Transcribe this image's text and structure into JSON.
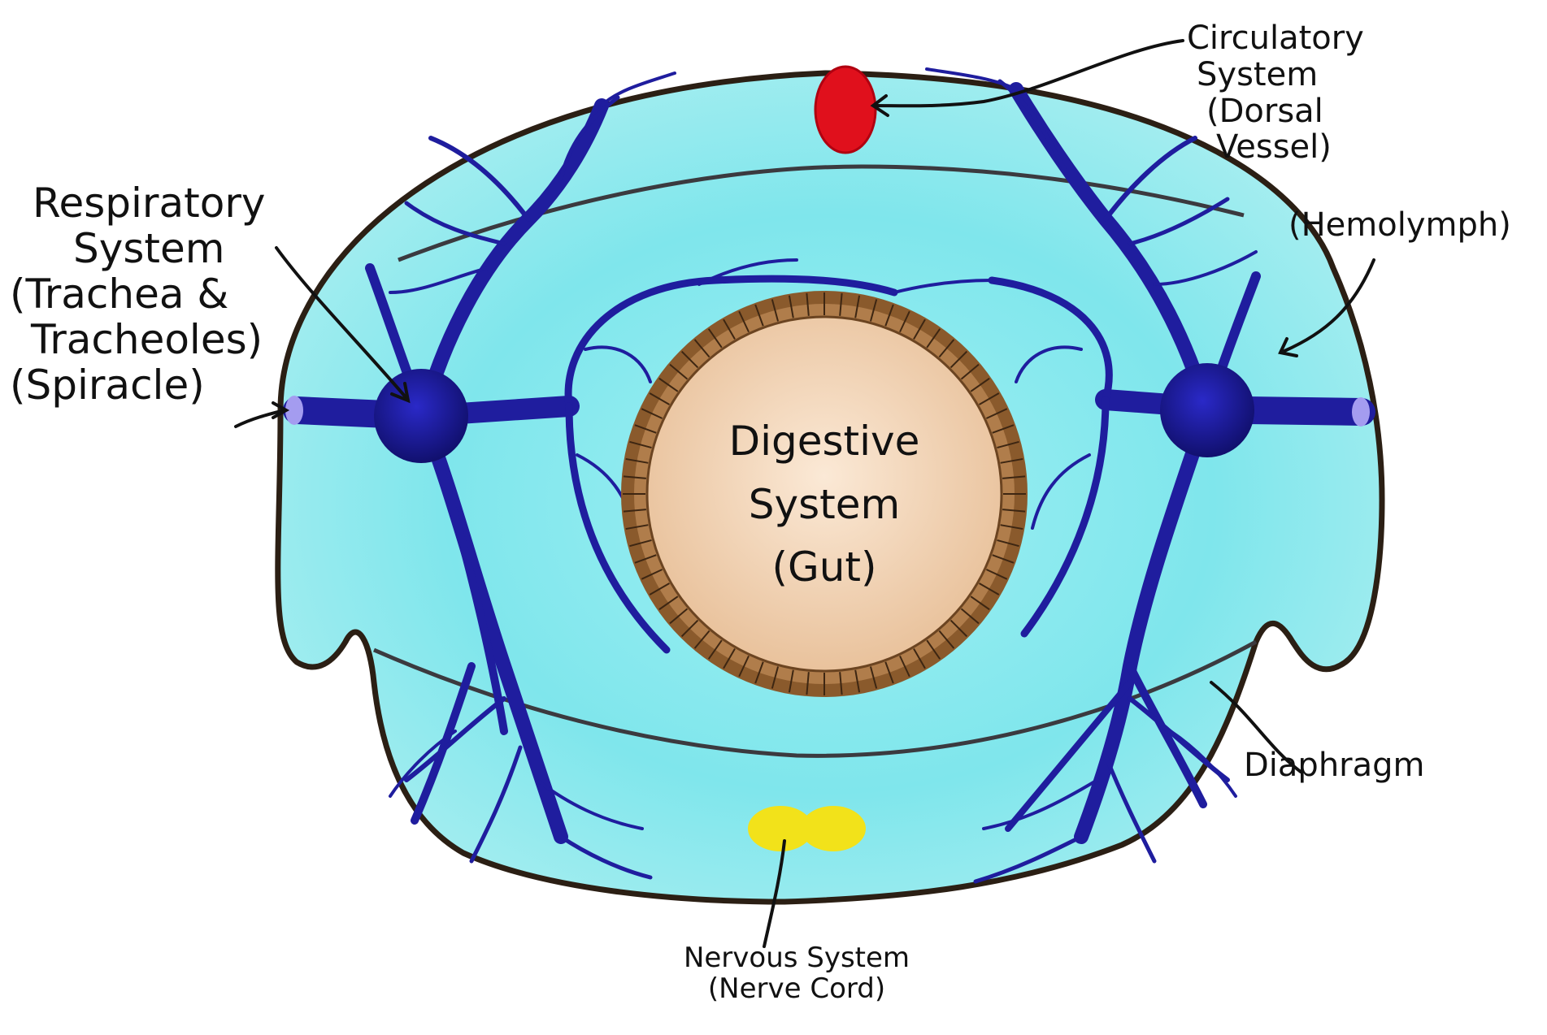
{
  "labels": {
    "respiratory": [
      "Respiratory",
      "System",
      "(Trachea &",
      "Tracheoles)",
      "(Spiracle)"
    ],
    "circulatory": [
      "Circulatory",
      "System",
      "(Dorsal",
      "Vessel)"
    ],
    "hemolymph": "(Hemolymph)",
    "digestive": [
      "Digestive",
      "System",
      "(Gut)"
    ],
    "diaphragm": "Diaphragm",
    "nervous": [
      "Nervous System",
      "(Nerve Cord)"
    ]
  },
  "colors": {
    "body_fill": "#7fe3ea",
    "body_outline": "#2b1f14",
    "trachea": "#1f1d9e",
    "dorsal_vessel": "#e0101c",
    "nerve_cord": "#f2e21a",
    "gut_wall": "#8a5a2c",
    "gut_lumen": "#f3d7bb",
    "spiracle": "#a49cf0"
  },
  "icons": [
    "trachea-branch-icon",
    "nerve-ganglion-icon"
  ]
}
